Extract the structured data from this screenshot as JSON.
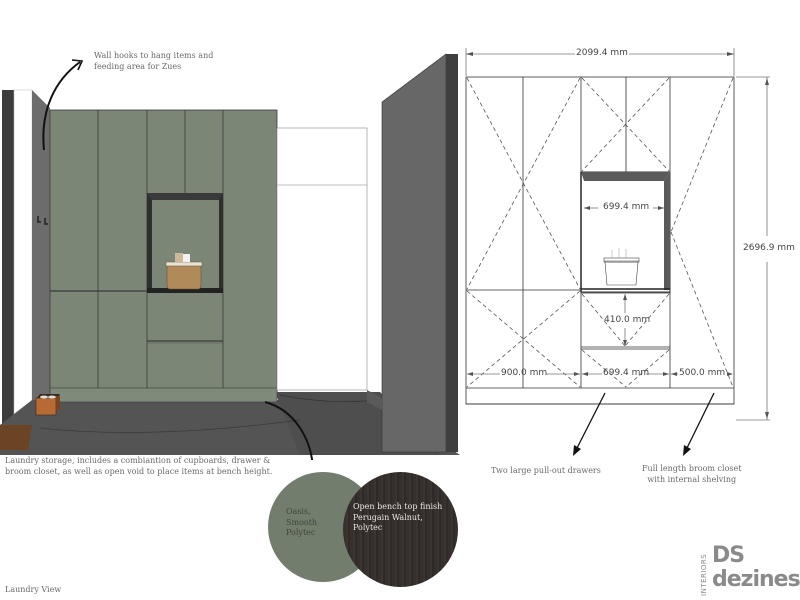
{
  "annotations": {
    "wall_hooks": "Wall hooks  to hang items and feeding area for Zues",
    "wall_hooks_line1": "Wall hooks  to hang items and",
    "wall_hooks_line2": "feeding area for Zues",
    "laundry_storage_line1": "Laundry storage, includes a combiantion of cupboards, drawer &",
    "laundry_storage_line2": "broom closet, as well as open void to place items at bench height.",
    "drawers": "Two large pull-out drawers",
    "broom_closet_line1": "Full length broom closet",
    "broom_closet_line2": "with internal shelving",
    "view_title": "Laundry View"
  },
  "swatches": [
    {
      "label_line1": "Oasis,",
      "label_line2": "Smooth",
      "label_line3": "Polytec",
      "color": "#737d6e",
      "text_color": "#3f463c"
    },
    {
      "label_line1": "Open bench top finish",
      "label_line2": "Perugain Walnut,",
      "label_line3": "Polytec",
      "color": "#35302e",
      "text_color": "#e8e4e0"
    }
  ],
  "dimensions": {
    "overall_width": "2099.4 mm",
    "overall_height": "2696.9 mm",
    "void_width": "699.4 mm",
    "drawer_height": "410.0 mm",
    "left_width": "900.0 mm",
    "drawer_width": "699.4 mm",
    "right_width": "500.0 mm"
  },
  "logo": {
    "side_text": "INTERIORS",
    "line1": "DS",
    "line2": "dezines"
  },
  "colors": {
    "cabinet_green": "#7b8677",
    "wall_grey": "#666666",
    "floor_dark": "#4a4a4a",
    "niche_dark": "#3a3a3a"
  }
}
